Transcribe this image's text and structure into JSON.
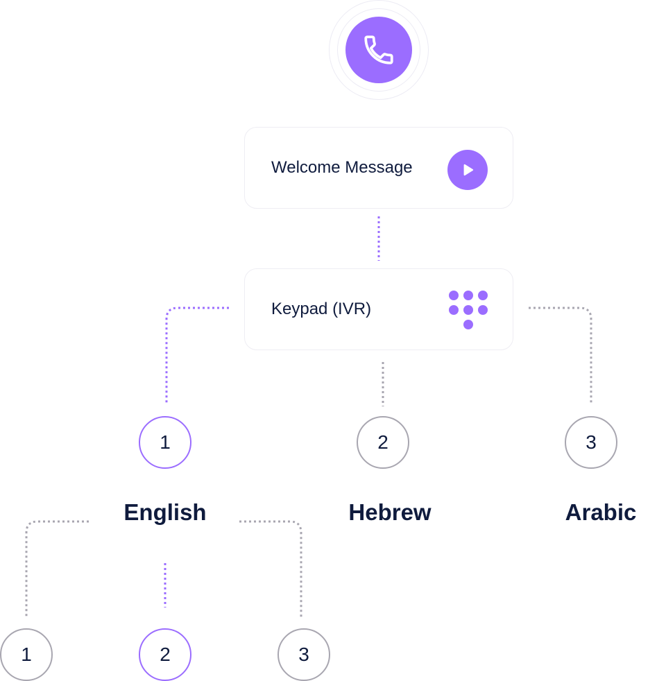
{
  "colors": {
    "accent": "#9b6dff",
    "inactive_line": "#a8a6b0",
    "text": "#0f1b3d"
  },
  "call": {
    "icon": "phone-icon"
  },
  "welcome": {
    "label": "Welcome Message",
    "icon": "play-icon"
  },
  "keypad": {
    "label": "Keypad (IVR)",
    "icon": "keypad-icon"
  },
  "options": [
    {
      "key": "1",
      "language": "English",
      "selected": true
    },
    {
      "key": "2",
      "language": "Hebrew",
      "selected": false
    },
    {
      "key": "3",
      "language": "Arabic",
      "selected": false
    }
  ],
  "sub_options": [
    {
      "key": "1",
      "selected": false
    },
    {
      "key": "2",
      "selected": true
    },
    {
      "key": "3",
      "selected": false
    }
  ]
}
